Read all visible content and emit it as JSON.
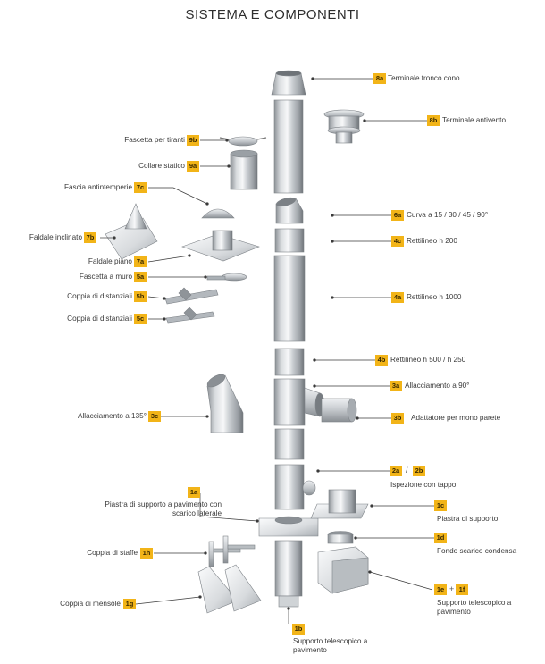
{
  "title": "SISTEMA E COMPONENTI",
  "colors": {
    "badge": "#f2b418",
    "metal_light": "#f4f5f6",
    "metal_dark": "#8d9297",
    "leader": "#3a3a3a"
  },
  "components": [
    {
      "code": "8a",
      "label": "Terminale tronco cono"
    },
    {
      "code": "8b",
      "label": "Terminale antivento"
    },
    {
      "code": "9b",
      "label": "Fascetta per tiranti"
    },
    {
      "code": "9a",
      "label": "Collare statico"
    },
    {
      "code": "7c",
      "label": "Fascia antintemperie"
    },
    {
      "code": "6a",
      "label": "Curva a 15 / 30 / 45 / 90°"
    },
    {
      "code": "7b",
      "label": "Faldale inclinato"
    },
    {
      "code": "4c",
      "label": "Rettilineo h 200"
    },
    {
      "code": "7a",
      "label": "Faldale piano"
    },
    {
      "code": "5a",
      "label": "Fascetta a muro"
    },
    {
      "code": "5b",
      "label": "Coppia di distanziali"
    },
    {
      "code": "4a",
      "label": "Rettilineo h 1000"
    },
    {
      "code": "5c",
      "label": "Coppia di distanziali"
    },
    {
      "code": "4b",
      "label": "Rettilineo h 500 / h 250"
    },
    {
      "code": "3a",
      "label": "Allacciamento a 90°"
    },
    {
      "code": "3c",
      "label": "Allacciamento a 135°"
    },
    {
      "code": "3b",
      "label": "Adattatore per mono parete"
    },
    {
      "code": "2a",
      "code2": "2b",
      "separator": "/",
      "label": "Ispezione con tappo"
    },
    {
      "code": "1a",
      "label": "Piastra di supporto a pavimento con scarico laterale"
    },
    {
      "code": "1c",
      "label": "Piastra di supporto"
    },
    {
      "code": "1d",
      "label": "Fondo scarico condensa"
    },
    {
      "code": "1h",
      "label": "Coppia di staffe"
    },
    {
      "code": "1e",
      "code2": "1f",
      "separator": "+",
      "label": "Supporto telescopico a pavimento"
    },
    {
      "code": "1g",
      "label": "Coppia di mensole"
    },
    {
      "code": "1b",
      "label": "Supporto telescopico a pavimento"
    }
  ]
}
